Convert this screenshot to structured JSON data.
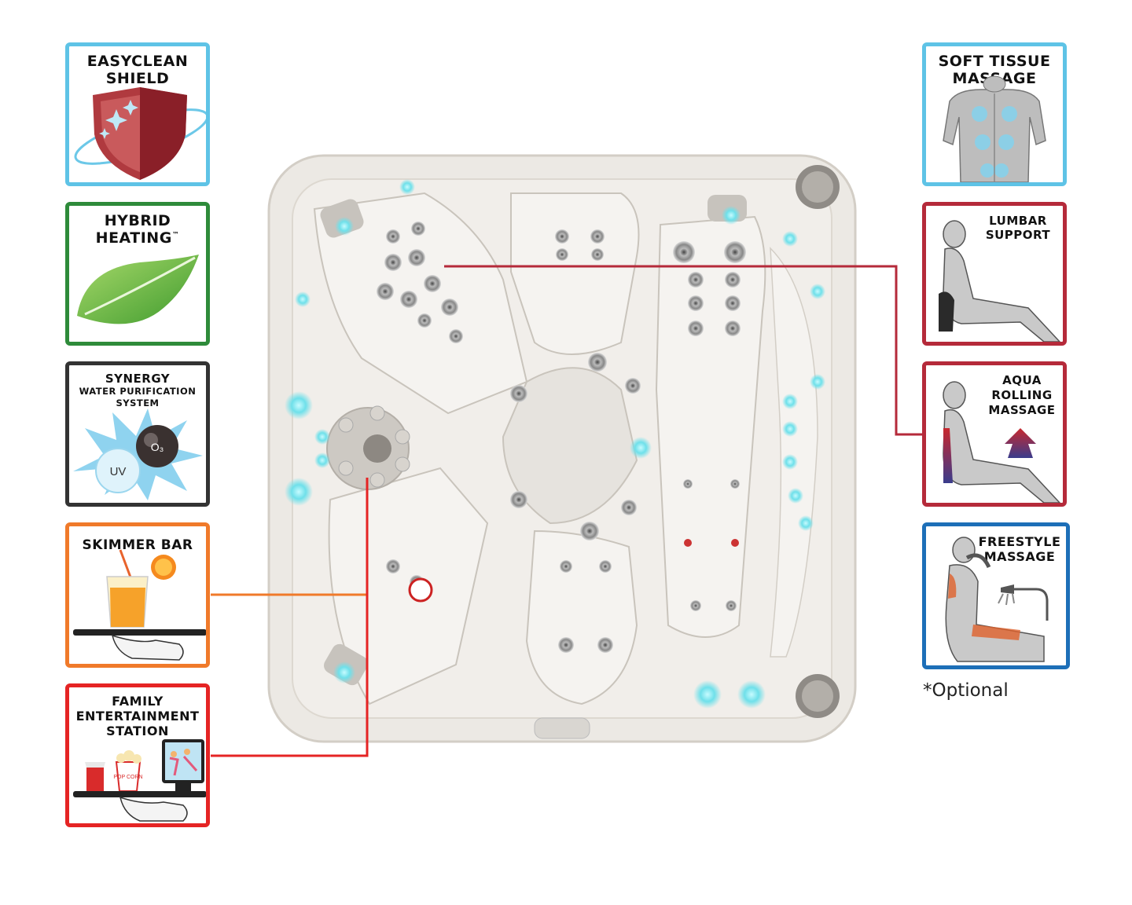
{
  "features_left": [
    {
      "id": "easyclean",
      "line1": "EASYCLEAN",
      "line2": "SHIELD",
      "border": "#5ec3e6"
    },
    {
      "id": "hybrid",
      "line1": "HYBRID",
      "line2": "HEATING",
      "tm": "™",
      "border": "#2e8b3a"
    },
    {
      "id": "synergy",
      "line1": "SYNERGY",
      "line2": "WATER PURIFICATION",
      "line3": "SYSTEM",
      "uv": "UV",
      "o3": "O₃",
      "border": "#333333"
    },
    {
      "id": "skimmer",
      "line1": "SKIMMER BAR",
      "border": "#f07a2a"
    },
    {
      "id": "family",
      "line1": "FAMILY",
      "line2": "ENTERTAINMENT",
      "line3": "STATION",
      "popcorn": "POP CORN",
      "border": "#e52424"
    }
  ],
  "features_right": [
    {
      "id": "softtissue",
      "line1": "SOFT TISSUE",
      "line2": "MASSAGE",
      "border": "#5ec3e6"
    },
    {
      "id": "lumbar",
      "line1": "LUMBAR",
      "line2": "SUPPORT",
      "border": "#b52a3a"
    },
    {
      "id": "aqua",
      "line1": "AQUA",
      "line2": "ROLLING",
      "line3": "MASSAGE",
      "border": "#b52a3a"
    },
    {
      "id": "freestyle",
      "line1": "FREESTYLE",
      "line2": "MASSAGE",
      "border": "#1d6fb8"
    }
  ],
  "optional_note": "*Optional",
  "colors": {
    "lumbar_line": "#b52a3a",
    "skimmer_line": "#f07a2a",
    "family_line": "#e52424",
    "spa_shell": "#e9e6e1",
    "spa_light": "#7fe3ec"
  }
}
